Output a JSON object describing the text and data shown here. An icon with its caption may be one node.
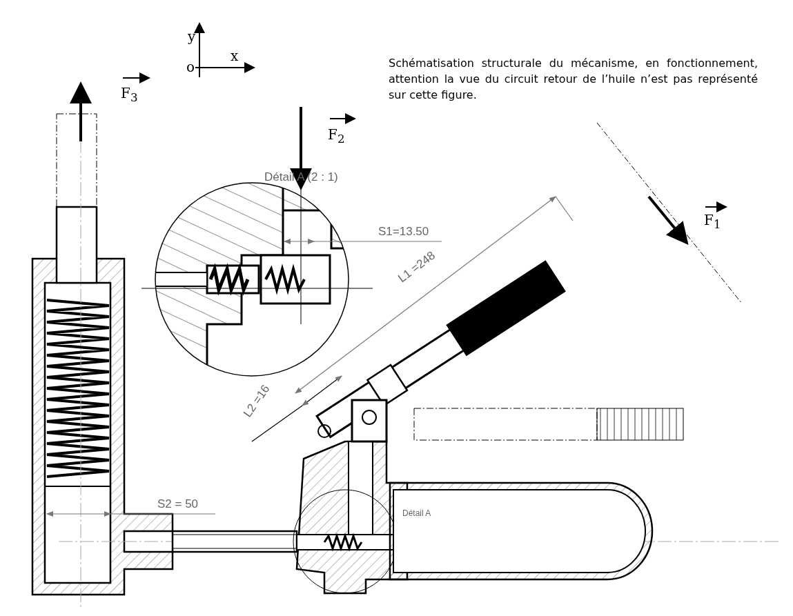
{
  "diagram": {
    "labels": [
      "y",
      "o",
      "x",
      "F$_{3}$",
      "Schématisation structurale du mécanisme, en fonctionnement, attention la vue du circuit retour de l’huile n’est pas représenté sur cette figure.",
      "F$_{2}$",
      "Détail A (2 : 1)",
      "F$_{1}$",
      "S1=13.50",
      "L1 =248",
      "L2 =16",
      "S2 = 50",
      "Détail A"
    ]
  }
}
